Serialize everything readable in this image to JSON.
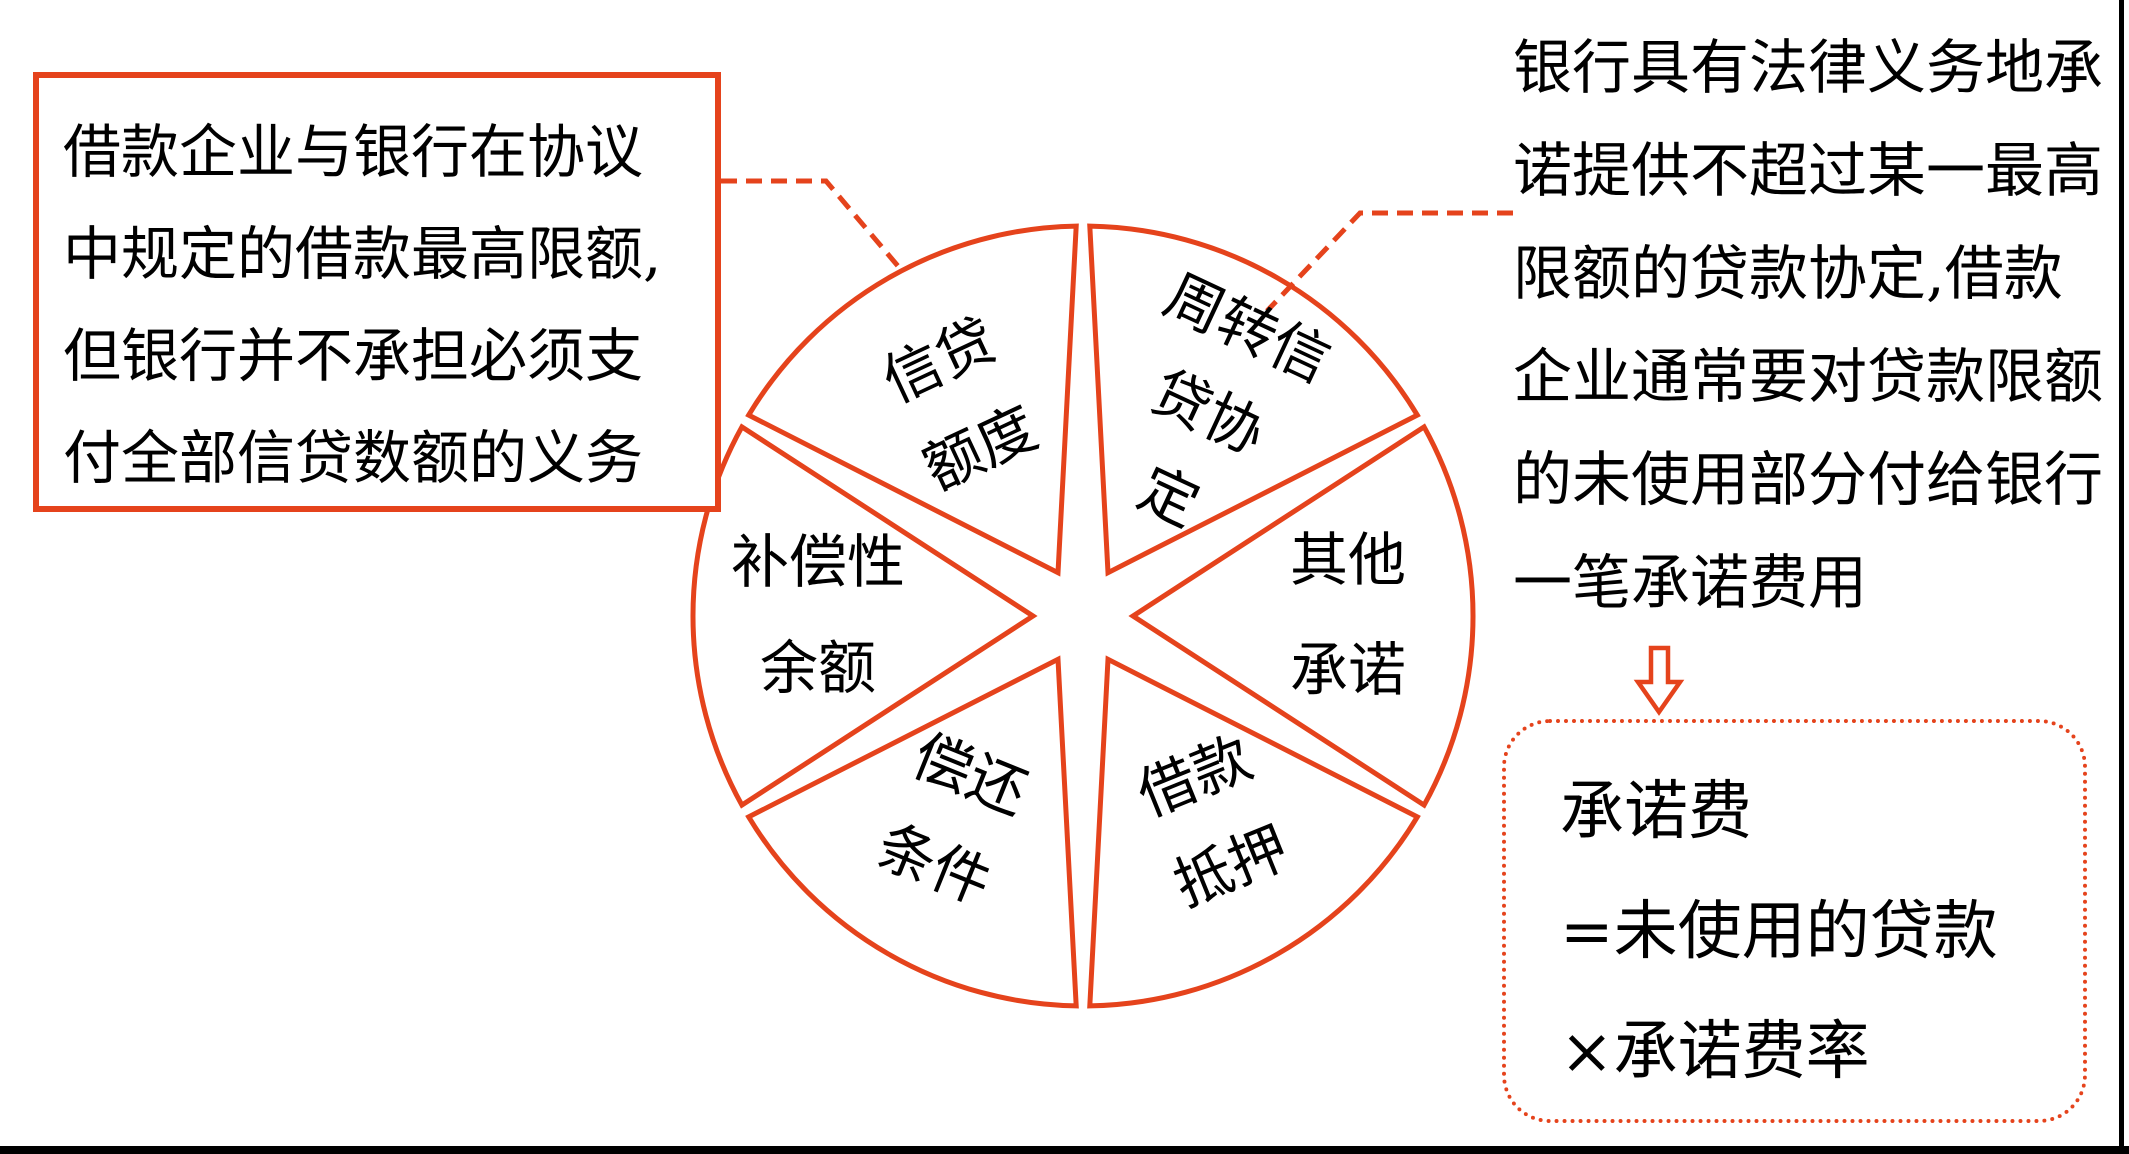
{
  "colors": {
    "accent": "#e5431c",
    "text": "#000000",
    "frame": "#000000",
    "background": "#ffffff"
  },
  "left_box": {
    "lines": [
      "借款企业与银行在协议",
      "中规定的借款最高限额,",
      "但银行并不承担必须支",
      "付全部信贷数额的义务"
    ]
  },
  "right_note": {
    "lines": [
      "银行具有法律义务地承",
      "诺提供不超过某一最高",
      "限额的贷款协定,借款",
      "企业通常要对贷款限额",
      "的未使用部分付给银行",
      "一笔承诺费用"
    ]
  },
  "formula_box": {
    "lines": [
      "承诺费",
      "=未使用的贷款",
      "×承诺费率"
    ]
  },
  "pie": {
    "slices": [
      {
        "id": "credit-line",
        "lines": [
          "信贷",
          "额度"
        ],
        "start": 90,
        "end": 150
      },
      {
        "id": "revolving-credit",
        "lines": [
          "周转信",
          "贷协",
          "定"
        ],
        "start": 30,
        "end": 90
      },
      {
        "id": "other-commitments",
        "lines": [
          "其他",
          "承诺"
        ],
        "start": -30,
        "end": 30
      },
      {
        "id": "compensating-balance",
        "lines": [
          "补偿性",
          "余额"
        ],
        "start": 150,
        "end": 210
      },
      {
        "id": "repayment-terms",
        "lines": [
          "偿还",
          "条件"
        ],
        "start": 210,
        "end": 270
      },
      {
        "id": "collateral",
        "lines": [
          "借款",
          "抵押"
        ],
        "start": 270,
        "end": 330
      }
    ]
  }
}
